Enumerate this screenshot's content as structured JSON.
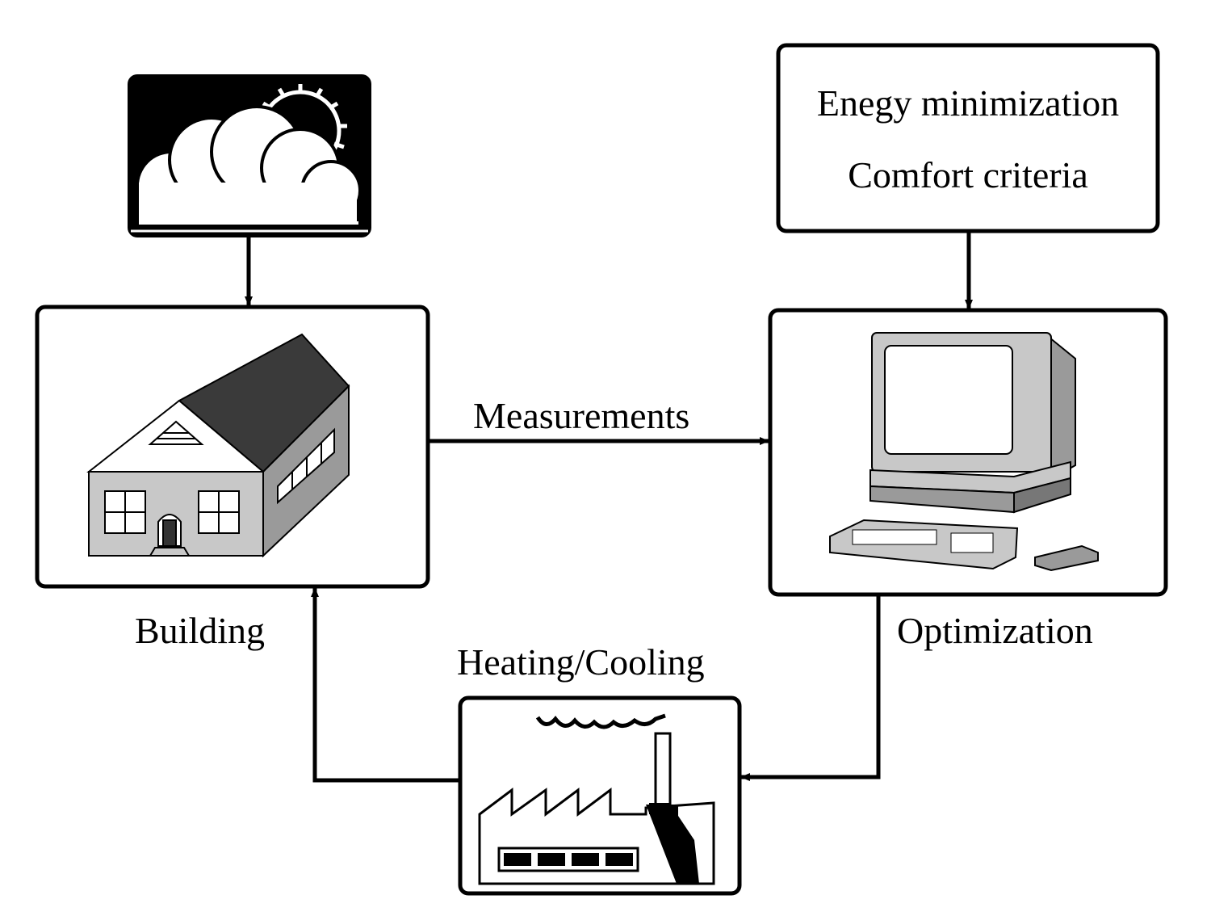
{
  "objectives": {
    "line1": "Enegy  minimization",
    "line2": "Comfort  criteria"
  },
  "labels": {
    "measurements": "Measurements",
    "building": "Building",
    "optimization": "Optimization",
    "heating_cooling": "Heating/Cooling"
  },
  "colors": {
    "stroke": "#000000",
    "wall_light": "#c8c8c8",
    "wall_dark": "#9a9a9a",
    "roof": "#3a3a3a"
  }
}
